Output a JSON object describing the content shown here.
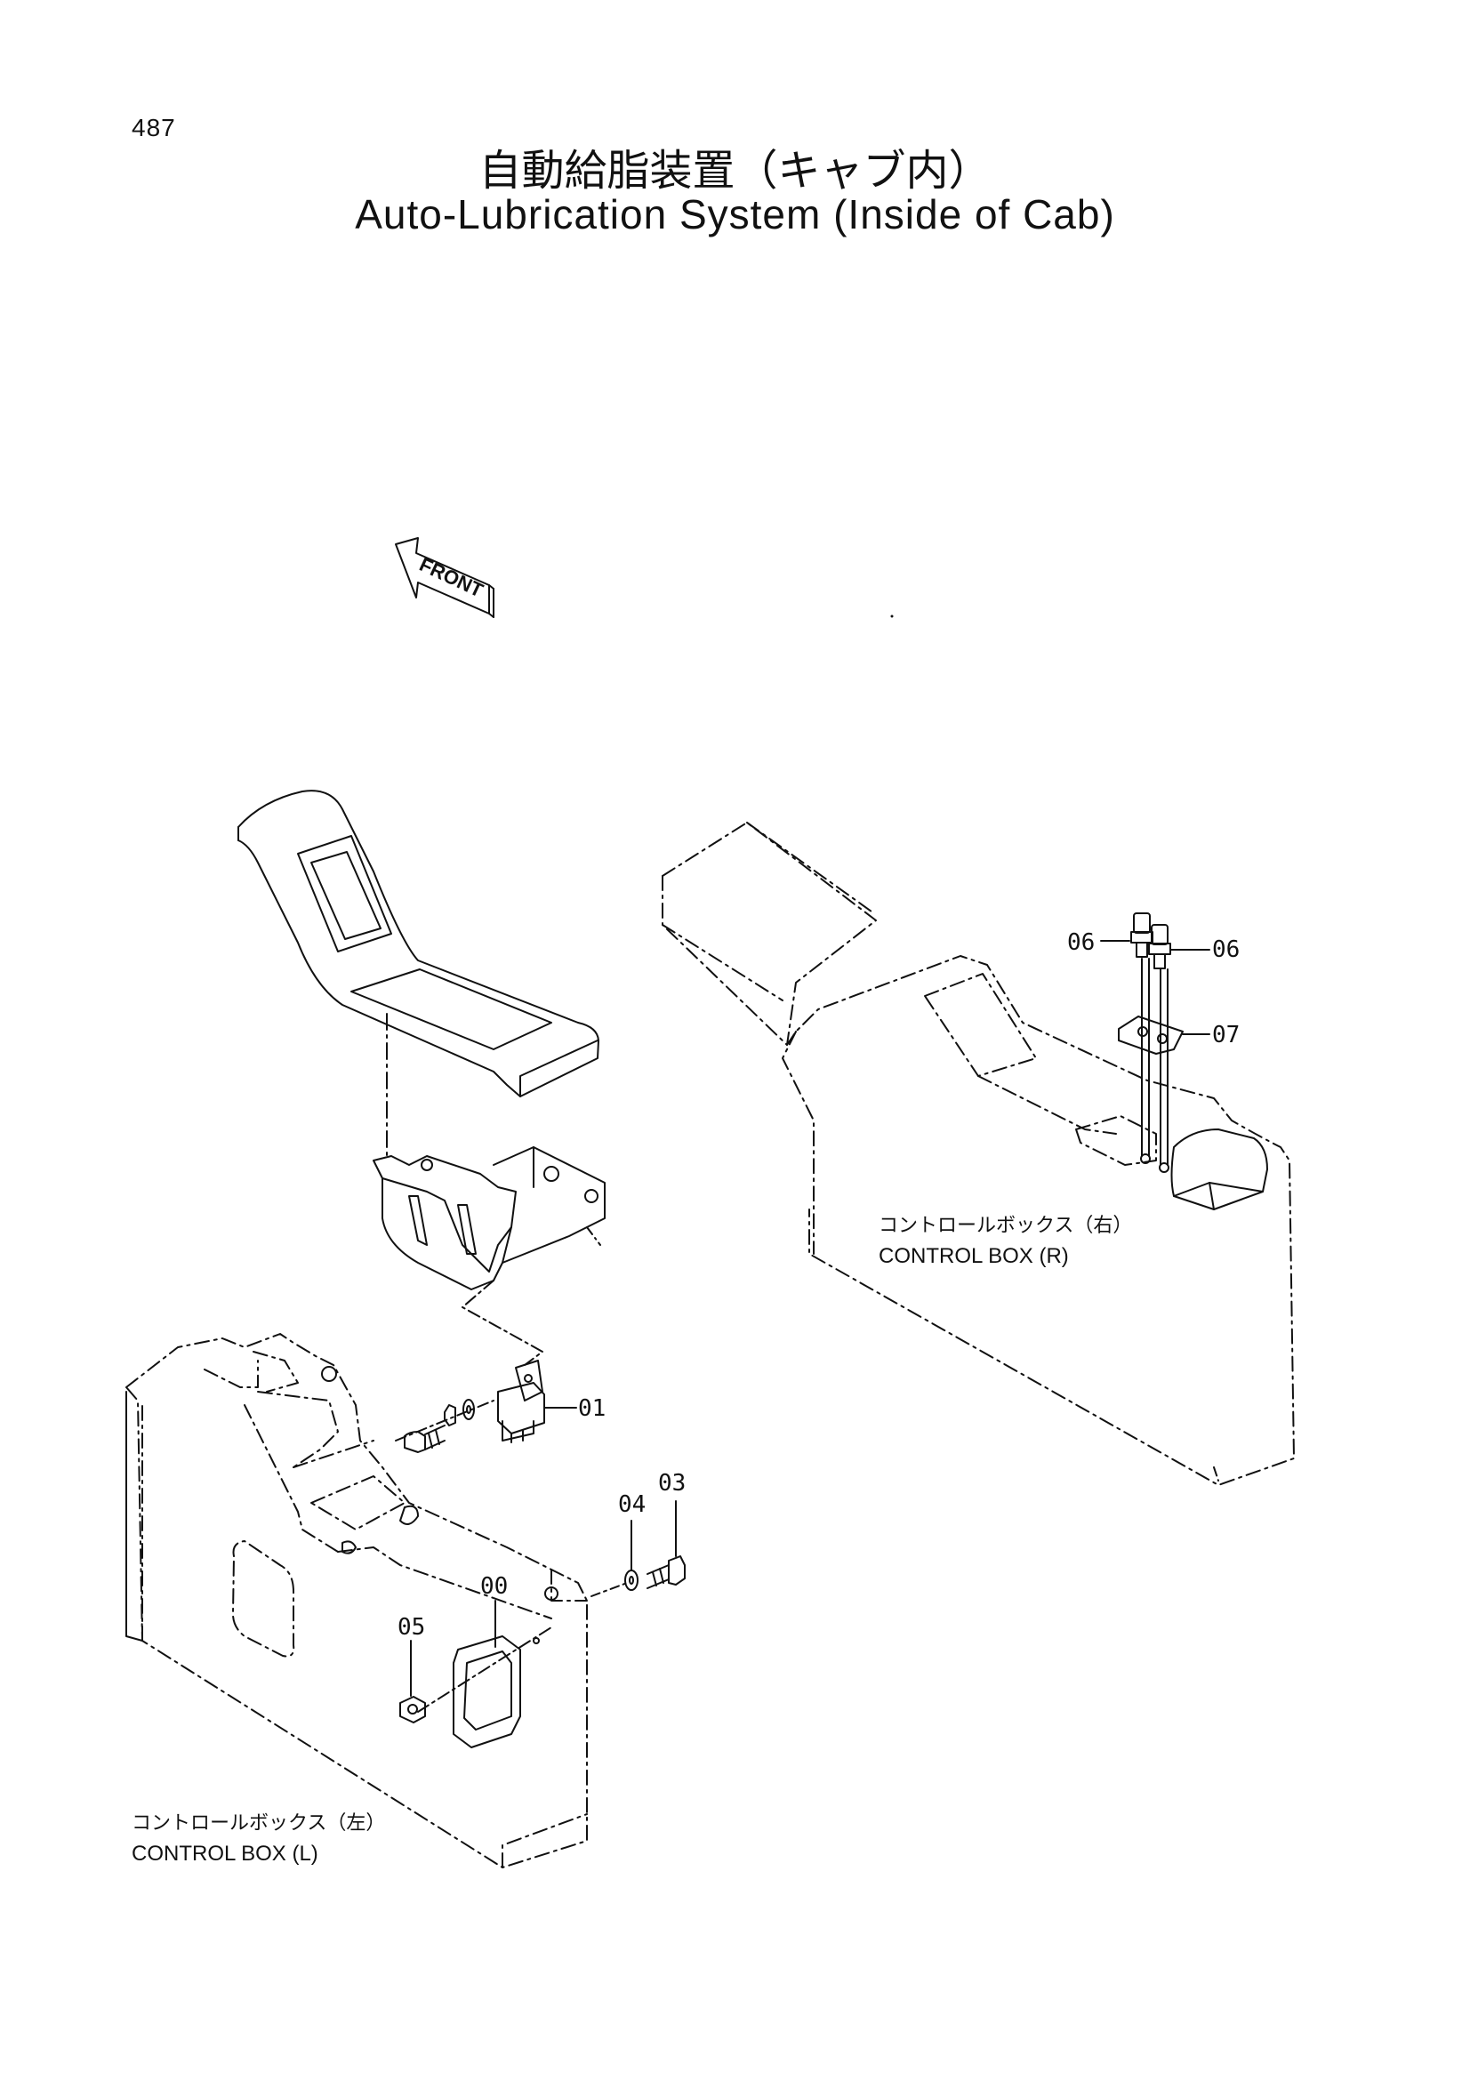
{
  "header": {
    "page_number": "487",
    "title_ja": "自動給脂装置（キャブ内）",
    "title_en": "Auto-Lubrication System (Inside of Cab)"
  },
  "front_arrow": {
    "label": "FRONT"
  },
  "parts": {
    "p00": "00",
    "p01": "01",
    "p03": "03",
    "p04": "04",
    "p05": "05",
    "p06a": "06",
    "p06b": "06",
    "p07": "07"
  },
  "captions": {
    "right_ja": "コントロールボックス（右）",
    "right_en": "CONTROL BOX (R)",
    "left_ja": "コントロールボックス（左）",
    "left_en": "CONTROL BOX (L)"
  }
}
